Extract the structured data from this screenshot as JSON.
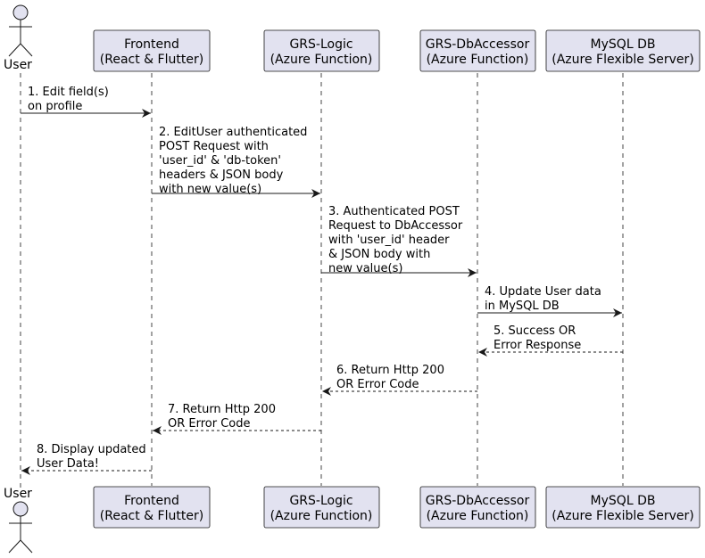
{
  "colors": {
    "participant_fill": "#e2e2f0",
    "participant_stroke": "#181818",
    "line": "#181818",
    "lifeline": "#181818"
  },
  "actor": {
    "label": "User",
    "icon": "actor-stick-figure-icon"
  },
  "participants": [
    {
      "id": "frontend",
      "line1": "Frontend",
      "line2": "(React & Flutter)"
    },
    {
      "id": "logic",
      "line1": "GRS-Logic",
      "line2": "(Azure Function)"
    },
    {
      "id": "dbaccessor",
      "line1": "GRS-DbAccessor",
      "line2": "(Azure Function)"
    },
    {
      "id": "mysql",
      "line1": "MySQL DB",
      "line2": "(Azure Flexible Server)"
    }
  ],
  "messages": [
    {
      "from": "user",
      "to": "frontend",
      "style": "solid",
      "lines": [
        "1. Edit field(s)",
        "on profile"
      ]
    },
    {
      "from": "frontend",
      "to": "logic",
      "style": "solid",
      "lines": [
        "2. EditUser authenticated",
        "POST Request with",
        "'user_id' & 'db-token'",
        "headers & JSON body",
        "with new value(s)"
      ]
    },
    {
      "from": "logic",
      "to": "dbaccessor",
      "style": "solid",
      "lines": [
        "3. Authenticated POST",
        "Request to DbAccessor",
        "with 'user_id' header",
        "& JSON body with",
        "new value(s)"
      ]
    },
    {
      "from": "dbaccessor",
      "to": "mysql",
      "style": "solid",
      "lines": [
        "4. Update User data",
        "in MySQL DB"
      ]
    },
    {
      "from": "mysql",
      "to": "dbaccessor",
      "style": "dashed",
      "lines": [
        "5. Success OR",
        "Error Response"
      ]
    },
    {
      "from": "dbaccessor",
      "to": "logic",
      "style": "dashed",
      "lines": [
        "6. Return Http 200",
        "OR Error Code"
      ]
    },
    {
      "from": "logic",
      "to": "frontend",
      "style": "dashed",
      "lines": [
        "7. Return Http 200",
        "OR Error Code"
      ]
    },
    {
      "from": "frontend",
      "to": "user",
      "style": "dashed",
      "lines": [
        "8. Display updated",
        "User Data!"
      ]
    }
  ]
}
